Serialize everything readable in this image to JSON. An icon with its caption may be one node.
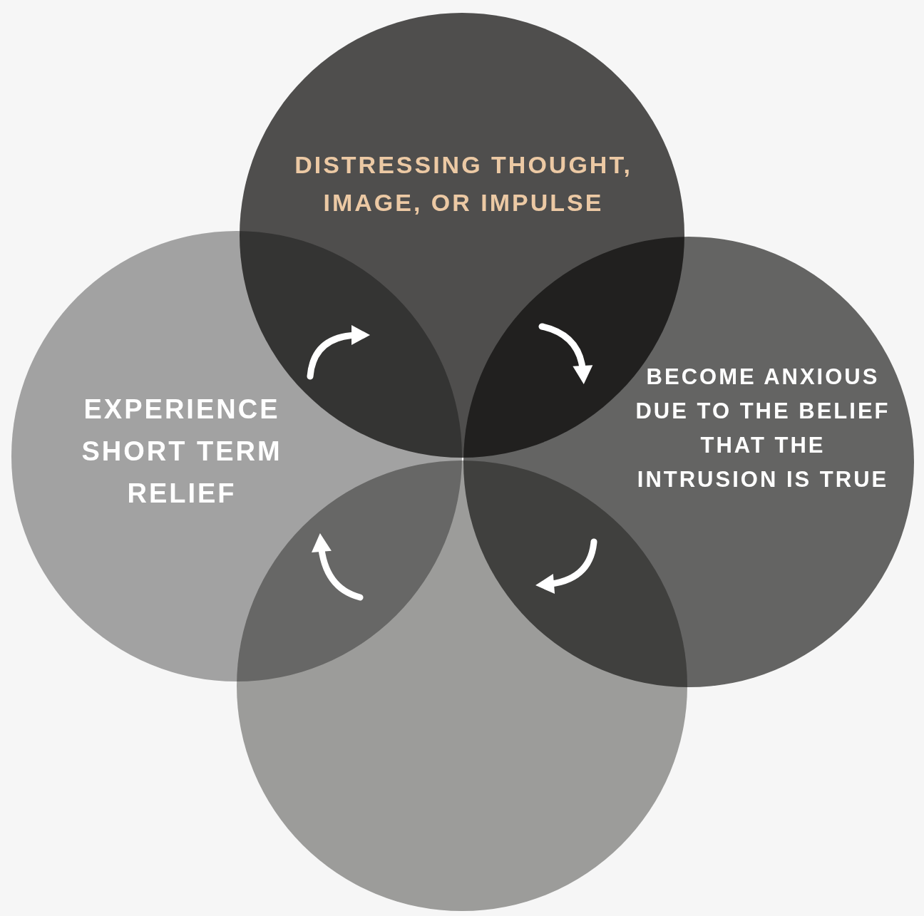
{
  "diagram": {
    "nodes": [
      {
        "text": [
          "DISTRESSING THOUGHT, IMAGE, OR IMPULSE"
        ]
      },
      {
        "text": [
          "BECOME ANXIOUS DUE TO THE BELIEF THAT THE INTRUSION IS TRUE"
        ]
      },
      {
        "text": [],
        "shape": "circle"
      },
      {
        "text": [
          "EXPERIENCE SHORT TERM RELIEF"
        ]
      }
    ],
    "edges": [
      {
        "from": 3,
        "to": 0,
        "arrow": "to"
      },
      {
        "from": 0,
        "to": 1,
        "arrow": "to"
      },
      {
        "from": 1,
        "to": 2,
        "arrow": "to"
      },
      {
        "from": 2,
        "to": 3,
        "arrow": "to"
      }
    ]
  }
}
